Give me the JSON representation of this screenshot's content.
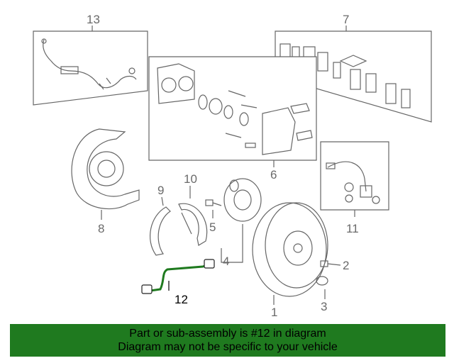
{
  "callouts": {
    "c1": "1",
    "c2": "2",
    "c3": "3",
    "c4": "4",
    "c5": "5",
    "c6": "6",
    "c7": "7",
    "c8": "8",
    "c9": "9",
    "c10": "10",
    "c11": "11",
    "c12": "12",
    "c13": "13"
  },
  "highlighted_part": "12",
  "banner": {
    "line1": "Part or sub-assembly is #12 in diagram",
    "line2": "Diagram may not be specific to your vehicle"
  },
  "colors": {
    "banner_bg": "#1f7a1f",
    "highlight": "#1f7a1f",
    "line": "#666666"
  }
}
